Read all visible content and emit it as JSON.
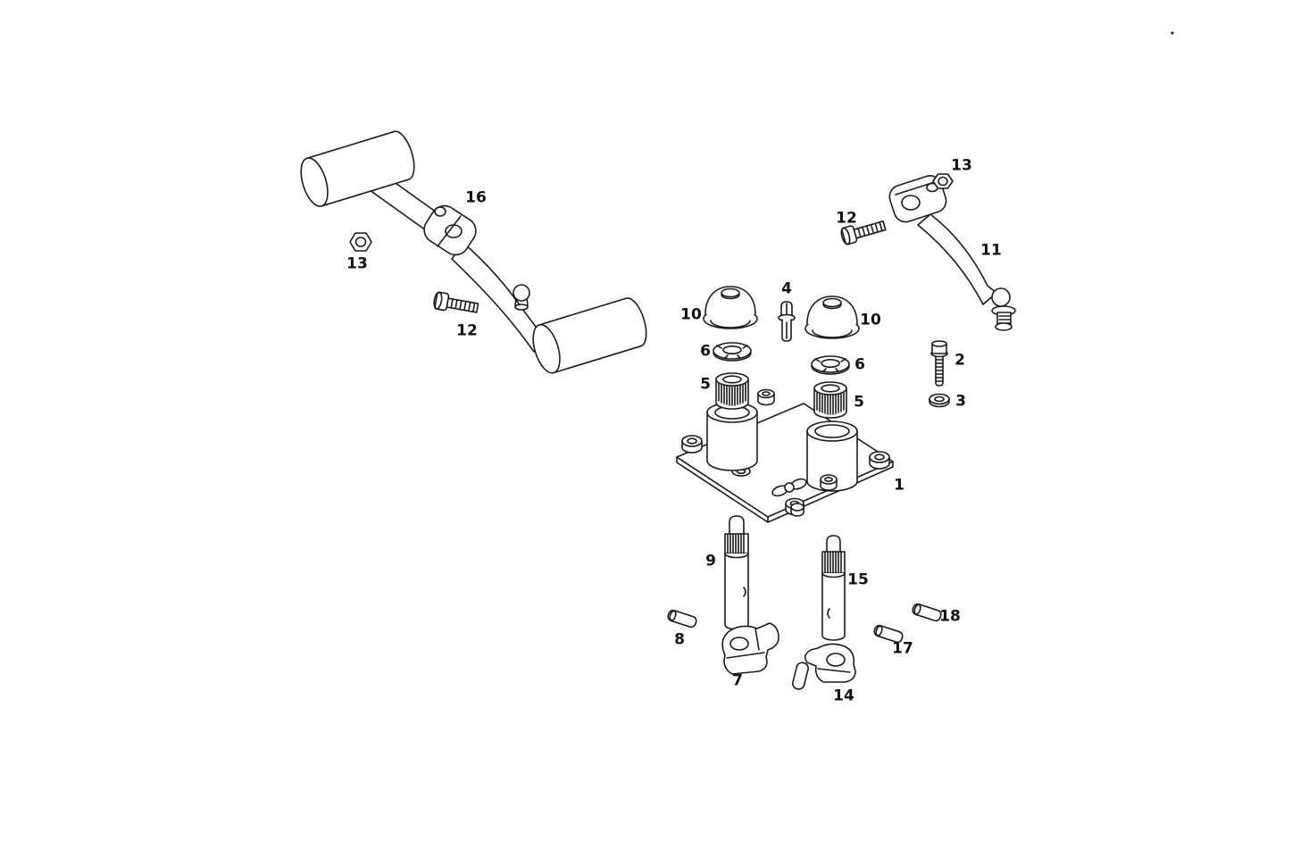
{
  "page": {
    "type": "exploded-parts-diagram",
    "background_color": "#ffffff",
    "line_color": "#1b1b1b"
  },
  "labels": {
    "n16": {
      "text": "16"
    },
    "n13a": {
      "text": "13"
    },
    "n12a": {
      "text": "12"
    },
    "n10a": {
      "text": "10"
    },
    "n4": {
      "text": "4"
    },
    "n10b": {
      "text": "10"
    },
    "n6a": {
      "text": "6"
    },
    "n6b": {
      "text": "6"
    },
    "n2": {
      "text": "2"
    },
    "n3": {
      "text": "3"
    },
    "n5a": {
      "text": "5"
    },
    "n5b": {
      "text": "5"
    },
    "n1": {
      "text": "1"
    },
    "n9": {
      "text": "9"
    },
    "n15": {
      "text": "15"
    },
    "n8": {
      "text": "8"
    },
    "n7": {
      "text": "7"
    },
    "n14": {
      "text": "14"
    },
    "n17": {
      "text": "17"
    },
    "n18": {
      "text": "18"
    },
    "n11": {
      "text": "11"
    },
    "n13b": {
      "text": "13"
    },
    "n12b": {
      "text": "12"
    }
  }
}
